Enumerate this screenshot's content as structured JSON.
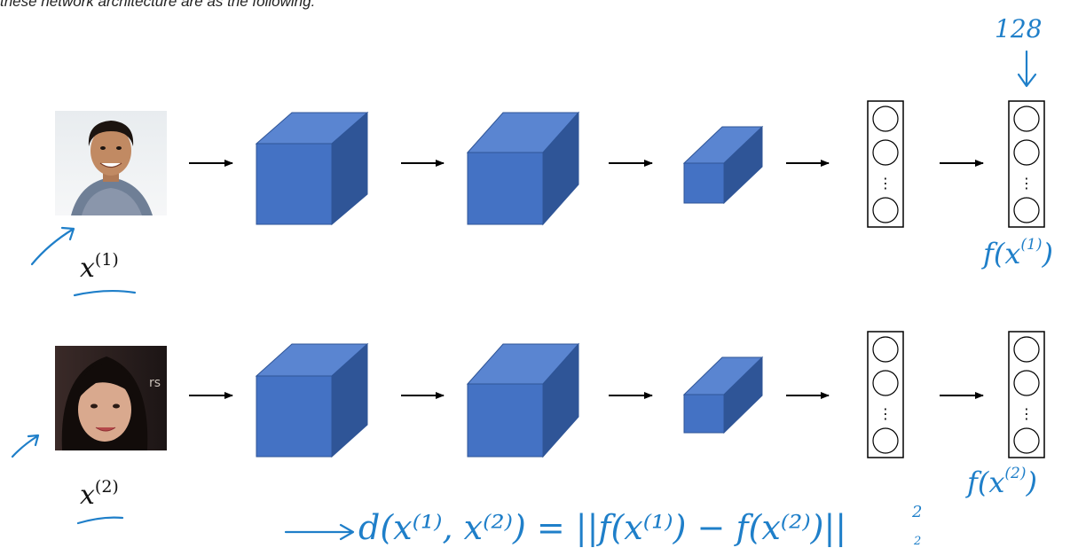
{
  "caption": "these network architecture are as the following:",
  "rows": [
    {
      "input_label_var": "x",
      "input_label_sup": "(1)",
      "output_label": "f(x",
      "output_label_sup": "(1)",
      "output_label_close": ")"
    },
    {
      "input_label_var": "x",
      "input_label_sup": "(2)",
      "output_label": "f(x",
      "output_label_sup": "(2)",
      "output_label_close": ")"
    }
  ],
  "encoding_size": "128",
  "dots": "⋮",
  "distance_formula": "d(x⁽¹⁾, x⁽²⁾) = ||f(x⁽¹⁾) − f(x⁽²⁾)||",
  "norm_sup": "2",
  "norm_sub": "2",
  "colors": {
    "cube_front": "#4472c4",
    "cube_top": "#5a85d1",
    "cube_side": "#2f5597",
    "ink": "#1f7fc9"
  }
}
